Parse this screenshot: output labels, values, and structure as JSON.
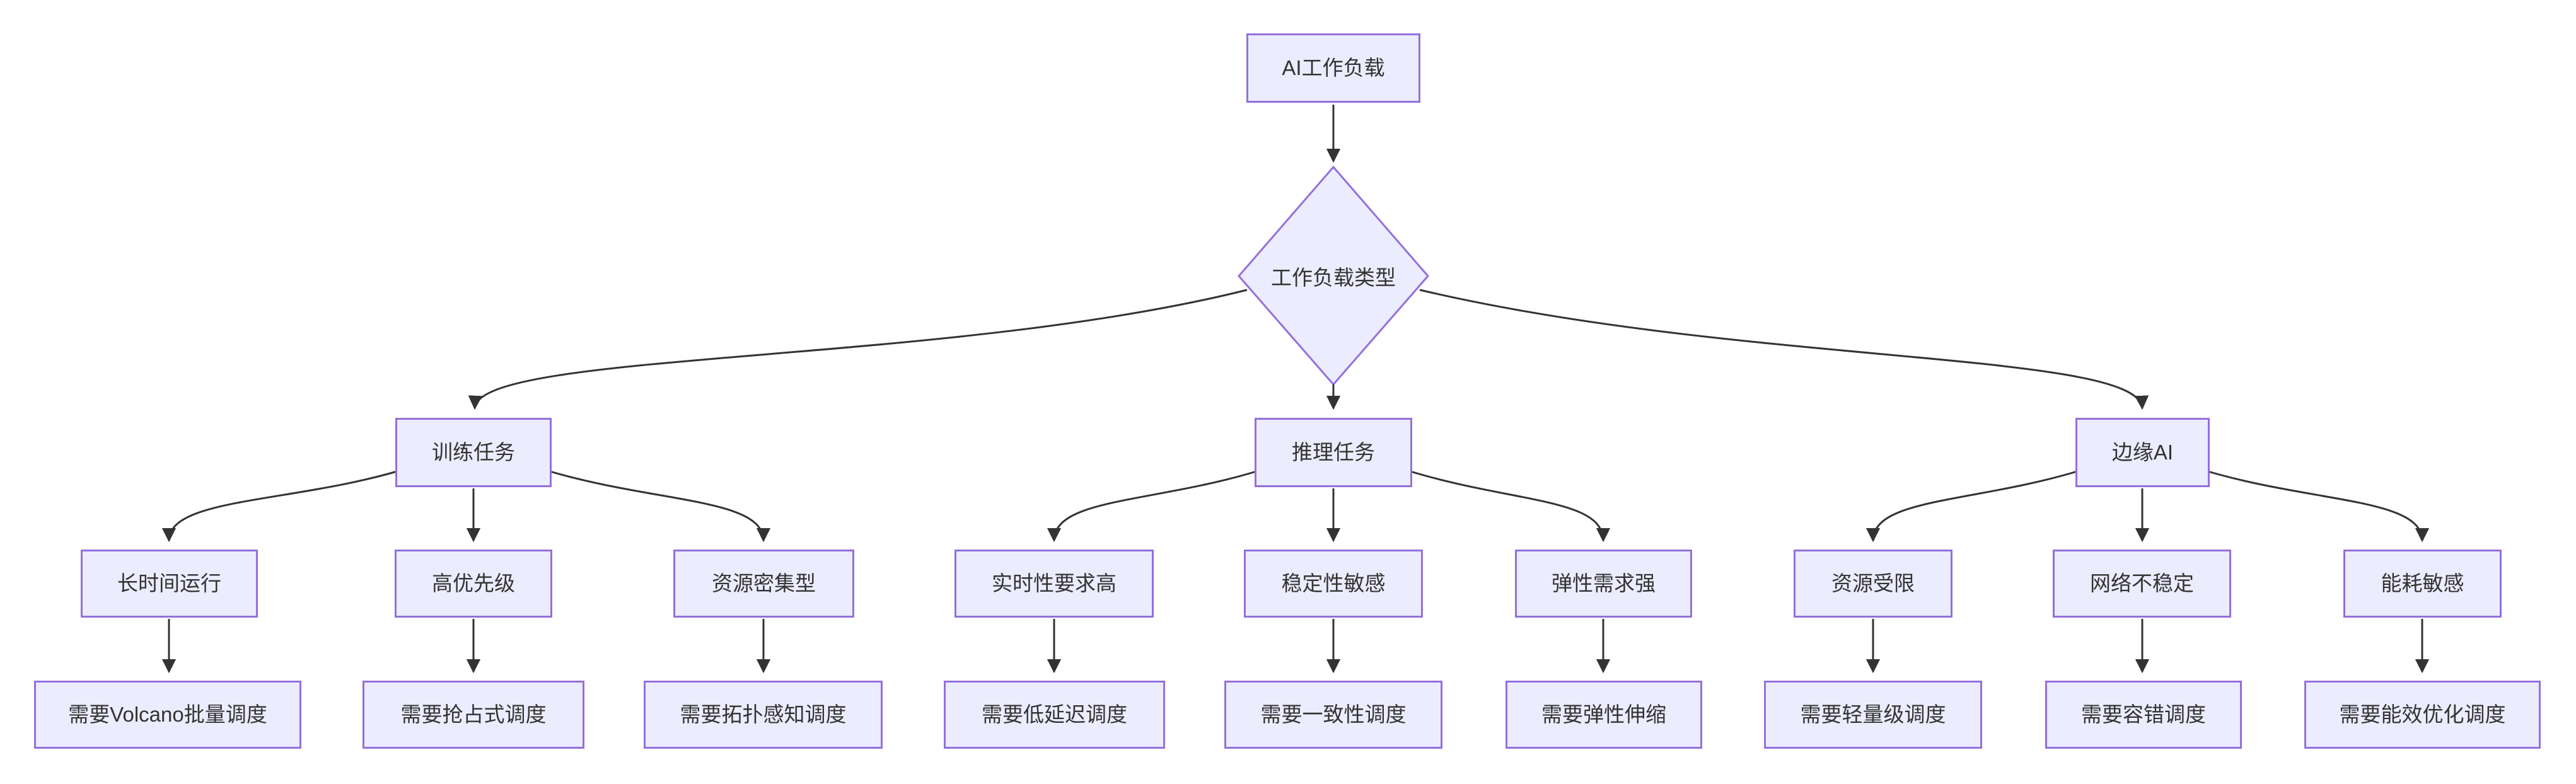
{
  "diagram": {
    "type": "flowchart",
    "direction": "top-down",
    "colors": {
      "node_fill": "#ECECFF",
      "node_border": "#9370DB",
      "edge_color": "#333333",
      "text_color": "#333333",
      "background": "#FFFFFF"
    },
    "nodes": {
      "root": {
        "label": "AI工作负载",
        "shape": "rect"
      },
      "decision": {
        "label": "工作负载类型",
        "shape": "diamond"
      },
      "training": {
        "label": "训练任务",
        "shape": "rect"
      },
      "inference": {
        "label": "推理任务",
        "shape": "rect"
      },
      "edge_ai": {
        "label": "边缘AI",
        "shape": "rect"
      },
      "long_running": {
        "label": "长时间运行",
        "shape": "rect"
      },
      "high_priority": {
        "label": "高优先级",
        "shape": "rect"
      },
      "resource_intensive": {
        "label": "资源密集型",
        "shape": "rect"
      },
      "realtime": {
        "label": "实时性要求高",
        "shape": "rect"
      },
      "stability": {
        "label": "稳定性敏感",
        "shape": "rect"
      },
      "elastic_demand": {
        "label": "弹性需求强",
        "shape": "rect"
      },
      "resource_limited": {
        "label": "资源受限",
        "shape": "rect"
      },
      "unstable_network": {
        "label": "网络不稳定",
        "shape": "rect"
      },
      "energy_sensitive": {
        "label": "能耗敏感",
        "shape": "rect"
      },
      "volcano_batch": {
        "label": "需要Volcano批量调度",
        "shape": "rect"
      },
      "preemptive": {
        "label": "需要抢占式调度",
        "shape": "rect"
      },
      "topology_aware": {
        "label": "需要拓扑感知调度",
        "shape": "rect"
      },
      "low_latency": {
        "label": "需要低延迟调度",
        "shape": "rect"
      },
      "consistency": {
        "label": "需要一致性调度",
        "shape": "rect"
      },
      "elastic_scaling": {
        "label": "需要弹性伸缩",
        "shape": "rect"
      },
      "lightweight": {
        "label": "需要轻量级调度",
        "shape": "rect"
      },
      "fault_tolerant": {
        "label": "需要容错调度",
        "shape": "rect"
      },
      "energy_efficient": {
        "label": "需要能效优化调度",
        "shape": "rect"
      }
    },
    "edges": [
      {
        "from": "root",
        "to": "decision"
      },
      {
        "from": "decision",
        "to": "training"
      },
      {
        "from": "decision",
        "to": "inference"
      },
      {
        "from": "decision",
        "to": "edge_ai"
      },
      {
        "from": "training",
        "to": "long_running"
      },
      {
        "from": "training",
        "to": "high_priority"
      },
      {
        "from": "training",
        "to": "resource_intensive"
      },
      {
        "from": "inference",
        "to": "realtime"
      },
      {
        "from": "inference",
        "to": "stability"
      },
      {
        "from": "inference",
        "to": "elastic_demand"
      },
      {
        "from": "edge_ai",
        "to": "resource_limited"
      },
      {
        "from": "edge_ai",
        "to": "unstable_network"
      },
      {
        "from": "edge_ai",
        "to": "energy_sensitive"
      },
      {
        "from": "long_running",
        "to": "volcano_batch"
      },
      {
        "from": "high_priority",
        "to": "preemptive"
      },
      {
        "from": "resource_intensive",
        "to": "topology_aware"
      },
      {
        "from": "realtime",
        "to": "low_latency"
      },
      {
        "from": "stability",
        "to": "consistency"
      },
      {
        "from": "elastic_demand",
        "to": "elastic_scaling"
      },
      {
        "from": "resource_limited",
        "to": "lightweight"
      },
      {
        "from": "unstable_network",
        "to": "fault_tolerant"
      },
      {
        "from": "energy_sensitive",
        "to": "energy_efficient"
      }
    ]
  }
}
